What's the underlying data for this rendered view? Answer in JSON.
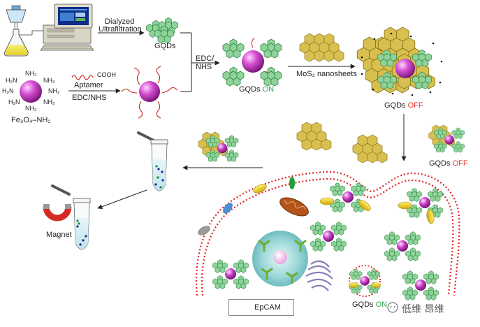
{
  "labels": {
    "dialyzed": "Dialyzed",
    "ultrafiltration": "Ultrafiltration",
    "gqds": "GQDs",
    "edc_nhs_top_1": "EDC/",
    "edc_nhs_top_2": "NHS",
    "aptamer": "Aptamer",
    "edc_nhs_mid": "EDC/NHS",
    "cooh": "COOH",
    "nh2": "NH₂",
    "h2n": "H₂N",
    "fe3o4": "Fe₃O₄–NH₂",
    "gqds_on_prefix": "GQDs",
    "on": "ON",
    "mos2": "MoS₂ nanosheets",
    "gqds_off_prefix": "GQDs",
    "off": "OFF",
    "magnet": "Magnet",
    "epcam": "EpCAM",
    "watermark": "低维 昂维"
  },
  "colors": {
    "sphere": "#c63bc4",
    "gqd_fill": "#8fd29a",
    "gqd_stroke": "#2f8a45",
    "mos2_fill": "#d8c050",
    "mos2_stroke": "#8a7418",
    "aptamer": "#c8261e",
    "membrane": "#e02424",
    "epcam": "#f1cc16",
    "nucleus": "#7fc7c9",
    "magnet_red": "#d42a24",
    "on_green": "#3aa84a",
    "off_red": "#e0332c"
  },
  "icons": [
    "flask-icon",
    "computer-icon",
    "tube-icon",
    "magnet-icon",
    "watermark-icon"
  ]
}
